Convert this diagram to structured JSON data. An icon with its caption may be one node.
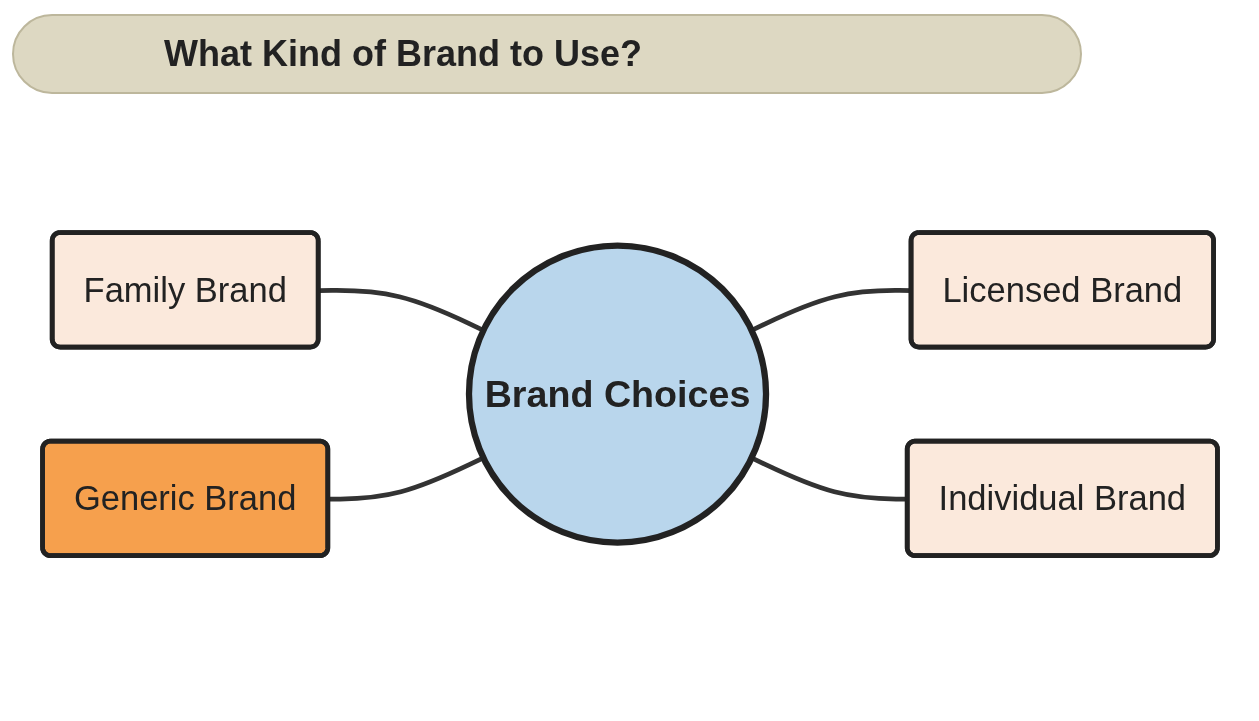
{
  "diagram": {
    "title": "What Kind of Brand to Use?",
    "nodes": [
      {
        "text": [
          "Family Brand"
        ]
      },
      {
        "text": [
          "Licensed Brand"
        ]
      },
      {
        "text": [
          "Brand Choices"
        ]
      },
      {
        "text": [
          "Generic Brand"
        ]
      },
      {
        "text": [
          "Individual Brand"
        ]
      }
    ],
    "edges": [
      {
        "from": 0,
        "to": 2,
        "arrow": "none"
      },
      {
        "from": 2,
        "to": 1,
        "arrow": "none"
      },
      {
        "from": 3,
        "to": 2,
        "arrow": "none"
      },
      {
        "from": 2,
        "to": 4,
        "arrow": "none"
      }
    ]
  }
}
